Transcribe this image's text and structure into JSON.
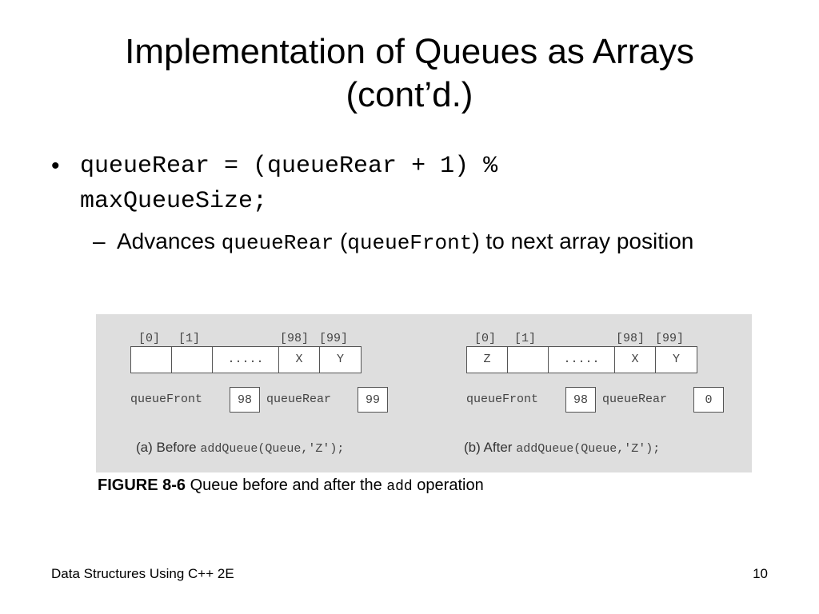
{
  "title": {
    "line1": "Implementation of Queues as Arrays",
    "line2": "(cont’d.)"
  },
  "bullet1": {
    "marker": "•",
    "code_line1": "queueRear = (queueRear + 1) %",
    "code_line2": "maxQueueSize;"
  },
  "bullet2": {
    "marker": "–",
    "text_before": "Advances ",
    "code1": "queueRear",
    "paren_open": " (",
    "code2": "queueFront",
    "text_after": ") to next array position"
  },
  "figure": {
    "indices": [
      "[0]",
      "[1]",
      "[98]",
      "[99]"
    ],
    "before": {
      "cells": [
        "",
        "",
        ".....",
        "X",
        "Y"
      ],
      "front_label": "queueFront",
      "front_value": "98",
      "rear_label": "queueRear",
      "rear_value": "99",
      "caption_label": "(a) Before ",
      "caption_code": "addQueue(Queue,'Z');"
    },
    "after": {
      "cells": [
        "Z",
        "",
        ".....",
        "X",
        "Y"
      ],
      "front_label": "queueFront",
      "front_value": "98",
      "rear_label": "queueRear",
      "rear_value": "0",
      "caption_label": "(b) After ",
      "caption_code": "addQueue(Queue,'Z');"
    }
  },
  "figure_caption": {
    "label": "FIGURE 8-6",
    "text": " Queue before and after the ",
    "code": "add",
    "text_after": " operation"
  },
  "footer": {
    "left": "Data Structures Using C++ 2E",
    "page": "10"
  },
  "colors": {
    "figure_bg": "#dedede",
    "text": "#000000"
  }
}
